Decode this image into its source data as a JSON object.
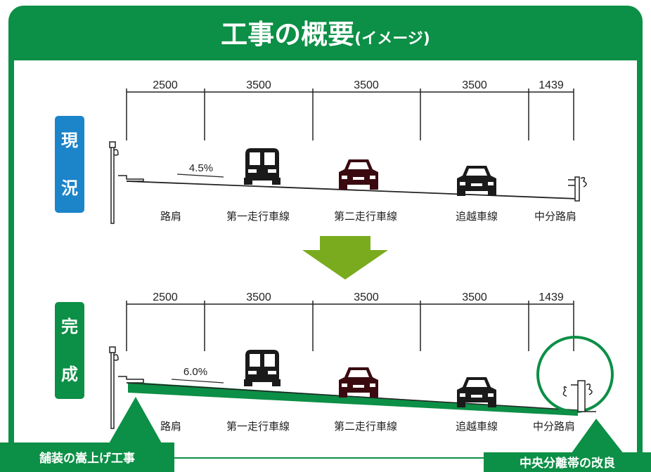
{
  "title": {
    "main": "工事の概要",
    "sub": "(イメージ)"
  },
  "colors": {
    "green": "#0c8f46",
    "blue": "#1c84c9",
    "arrow": "#7aab1f"
  },
  "current": {
    "label_chars": [
      "現",
      "況"
    ],
    "dimensions": [
      "2500",
      "3500",
      "3500",
      "3500",
      "1439"
    ],
    "slope": "4.5%",
    "lanes": [
      "路肩",
      "第一走行車線",
      "第二走行車線",
      "追越車線",
      "中分路肩"
    ]
  },
  "completed": {
    "label_chars": [
      "完",
      "成"
    ],
    "dimensions": [
      "2500",
      "3500",
      "3500",
      "3500",
      "1439"
    ],
    "slope": "6.0%",
    "lanes": [
      "路肩",
      "第一走行車線",
      "第二走行車線",
      "追越車線",
      "中分路肩"
    ]
  },
  "callouts": {
    "left": "舗装の嵩上げ工事",
    "right": "中央分離帯の改良"
  }
}
